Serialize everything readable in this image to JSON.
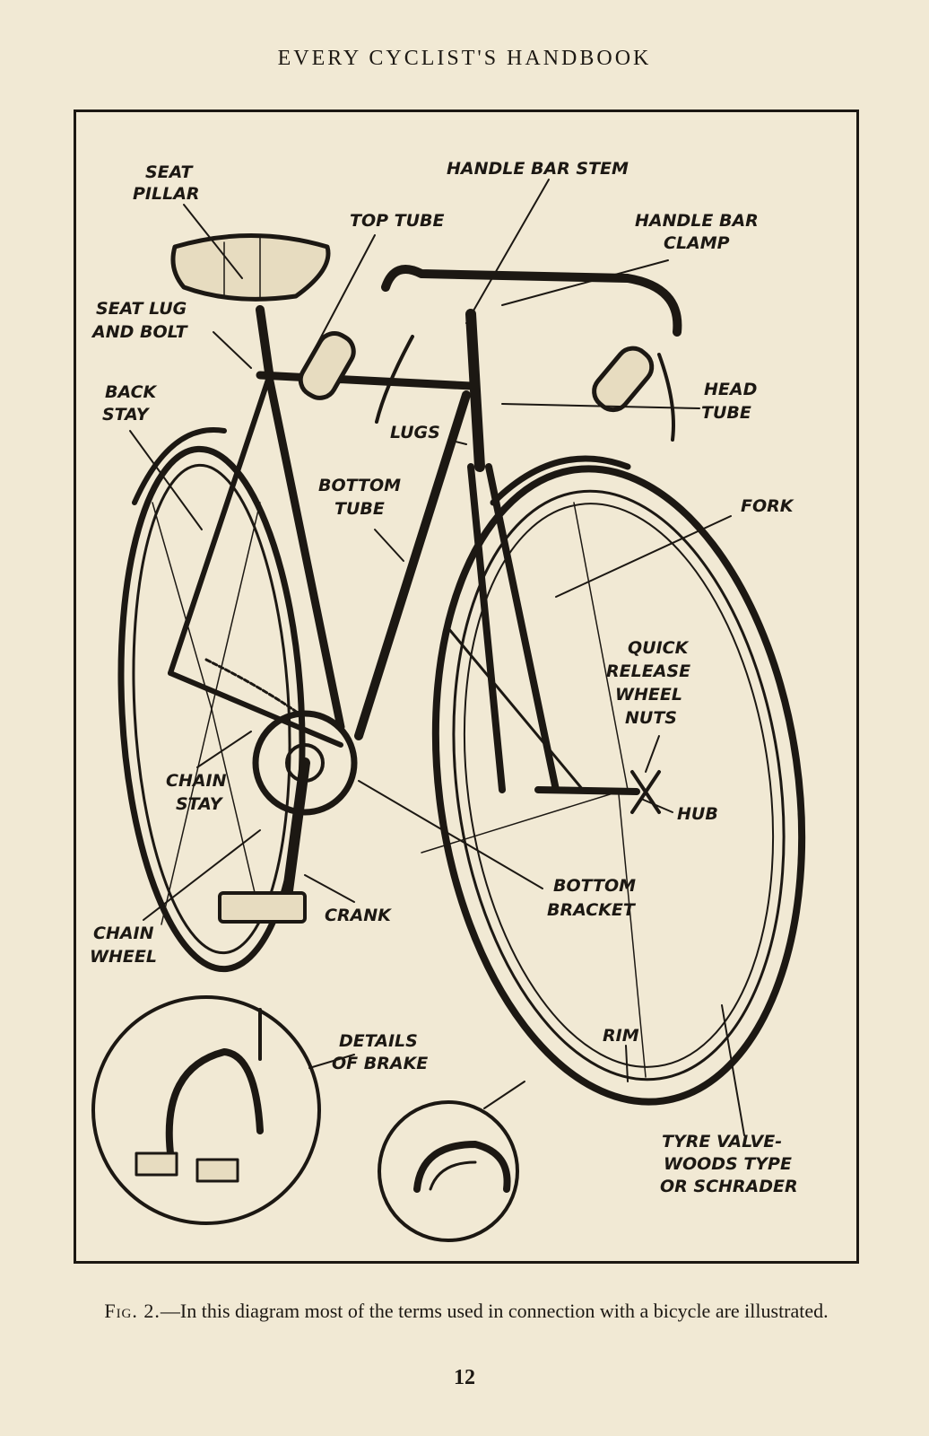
{
  "header": {
    "running_title": "EVERY CYCLIST'S HANDBOOK"
  },
  "labels": {
    "seat_pillar": [
      "SEAT",
      "PILLAR"
    ],
    "handle_bar_stem": [
      "HANDLE BAR STEM"
    ],
    "top_tube": [
      "TOP TUBE"
    ],
    "handle_bar_clamp": [
      "HANDLE BAR",
      "CLAMP"
    ],
    "seat_lug_and_bolt": [
      "SEAT LUG",
      "AND BOLT"
    ],
    "back_stay": [
      "BACK",
      "STAY"
    ],
    "head_tube": [
      "HEAD",
      "TUBE"
    ],
    "lugs": [
      "LUGS"
    ],
    "bottom_tube": [
      "BOTTOM",
      "TUBE"
    ],
    "fork": [
      "FORK"
    ],
    "quick_release_wheel_nuts": [
      "QUICK",
      "RELEASE",
      "WHEEL",
      "NUTS"
    ],
    "chain_stay": [
      "CHAIN",
      "STAY"
    ],
    "hub": [
      "HUB"
    ],
    "bottom_bracket": [
      "BOTTOM",
      "BRACKET"
    ],
    "crank": [
      "CRANK"
    ],
    "chain_wheel": [
      "CHAIN",
      "WHEEL"
    ],
    "details_of_brake": [
      "DETAILS",
      "OF BRAKE"
    ],
    "rim": [
      "RIM"
    ],
    "tyre_valve": [
      "TYRE VALVE-",
      "WOODS TYPE",
      "OR SCHRADER"
    ]
  },
  "caption": {
    "fig": "Fig. 2.",
    "text": "—In this diagram most of the terms used in connection with a bicycle are illustrated."
  },
  "page_number": "12",
  "colors": {
    "paper": "#f1e9d4",
    "ink": "#1c1813"
  }
}
